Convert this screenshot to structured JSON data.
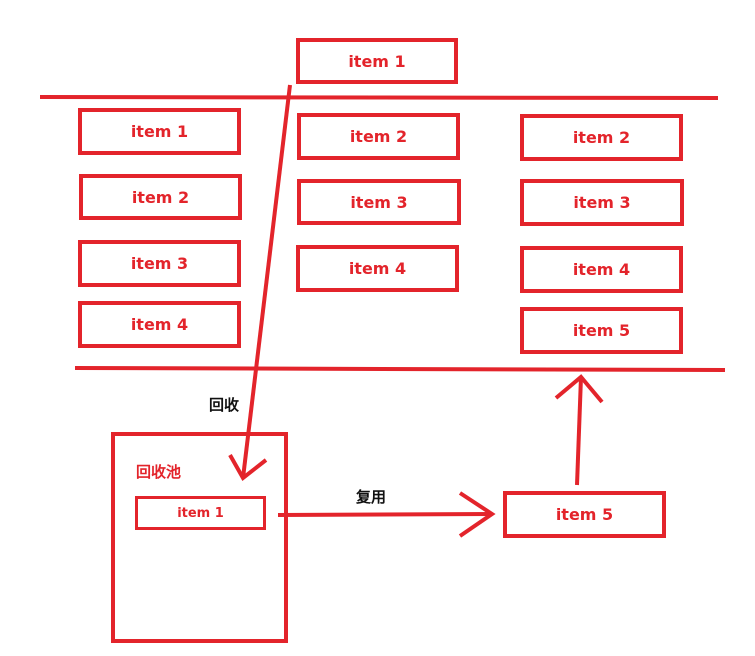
{
  "diagram": {
    "floating_item": "item 1",
    "column1": [
      "item 1",
      "item 2",
      "item 3",
      "item 4"
    ],
    "column2": [
      "item 2",
      "item 3",
      "item 4"
    ],
    "column3": [
      "item 2",
      "item 3",
      "item 4",
      "item 5"
    ],
    "recycle_label": "回收",
    "pool_title": "回收池",
    "pool_item": "item 1",
    "reuse_label": "复用",
    "reused_item": "item 5",
    "colors": {
      "accent": "#e3242b",
      "text": "#111111",
      "background": "#ffffff"
    }
  }
}
